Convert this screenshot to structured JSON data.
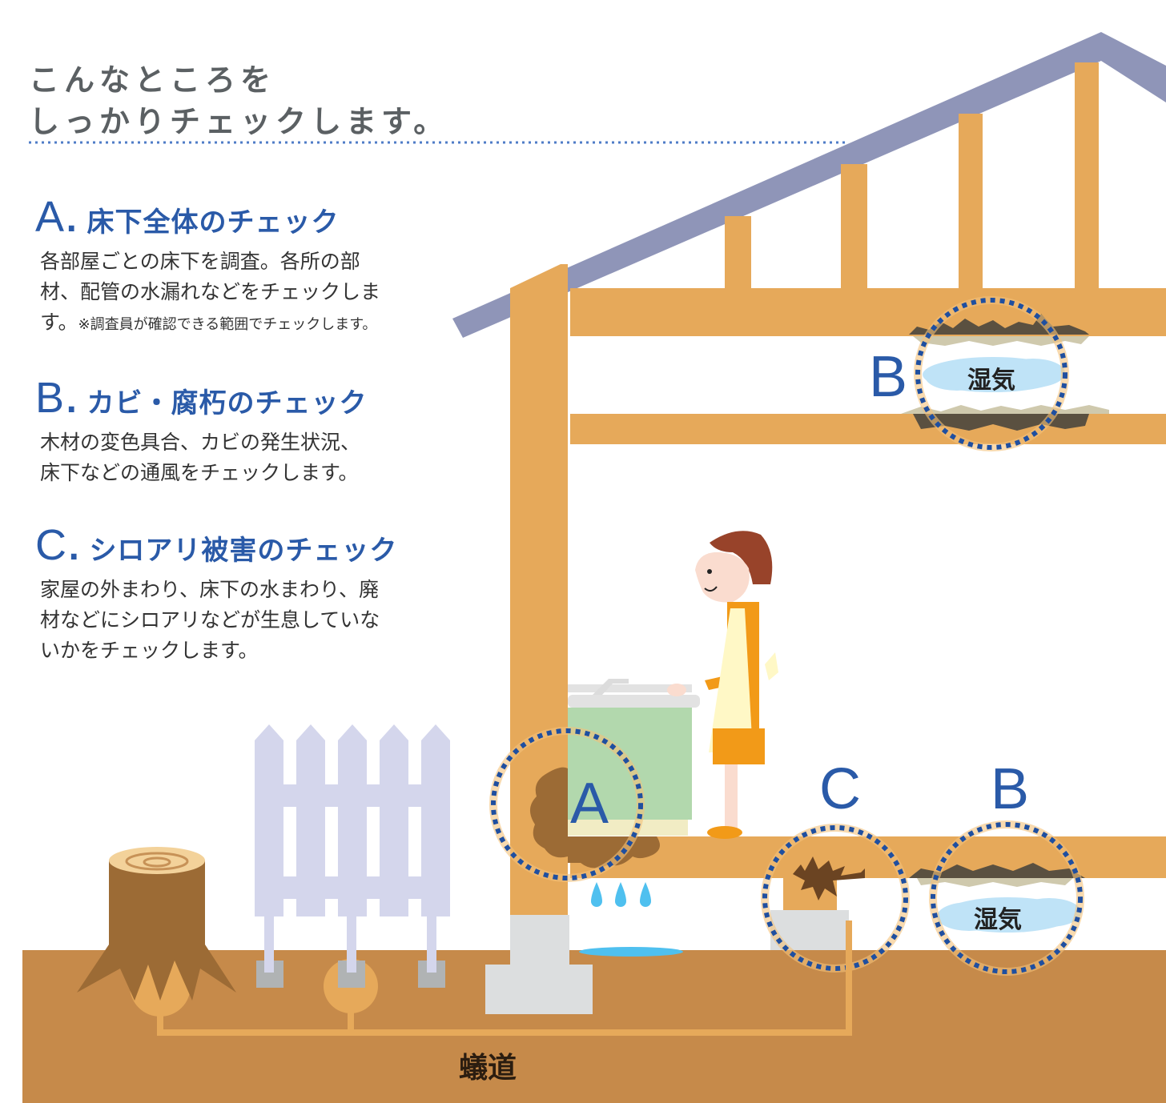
{
  "headline": {
    "line1": "こんなところを",
    "line2": "しっかりチェックします。"
  },
  "sections": [
    {
      "letter": "A",
      "title": "床下全体のチェック",
      "body_lines": [
        "各部屋ごとの床下を調査。各所の部",
        "材、配管の水漏れなどをチェックしま"
      ],
      "body_last": "す。",
      "note": "※調査員が確認できる範囲でチェックします。"
    },
    {
      "letter": "B",
      "title": "カビ・腐朽のチェック",
      "body_lines": [
        "木材の変色具合、カビの発生状況、",
        "床下などの通風をチェックします。"
      ]
    },
    {
      "letter": "C",
      "title": "シロアリ被害のチェック",
      "body_lines": [
        "家屋の外まわり、床下の水まわり、廃",
        "材などにシロアリなどが生息していな",
        "いかをチェックします。"
      ]
    }
  ],
  "illustration": {
    "labels": {
      "b_upper": "B",
      "a_floor": "A",
      "c_floor": "C",
      "b_floor": "B"
    },
    "moisture_label_upper": "湿気",
    "moisture_label_lower": "湿気",
    "ant_path_label": "蟻道"
  },
  "colors": {
    "accent_blue": "#2a5aa8",
    "dotted_circle": "#1f4fa0",
    "roof": "#8f95b8",
    "timber": "#e6a95a",
    "ground": "#c68a4a",
    "headline_gray": "#5b6063",
    "mold": "#5a5040",
    "moisture": "#bfe3f7",
    "fence": "#d4d6ec",
    "concrete": "#dcdedf",
    "water": "#4fc0ef",
    "cabinet": "#b2d8ad"
  }
}
